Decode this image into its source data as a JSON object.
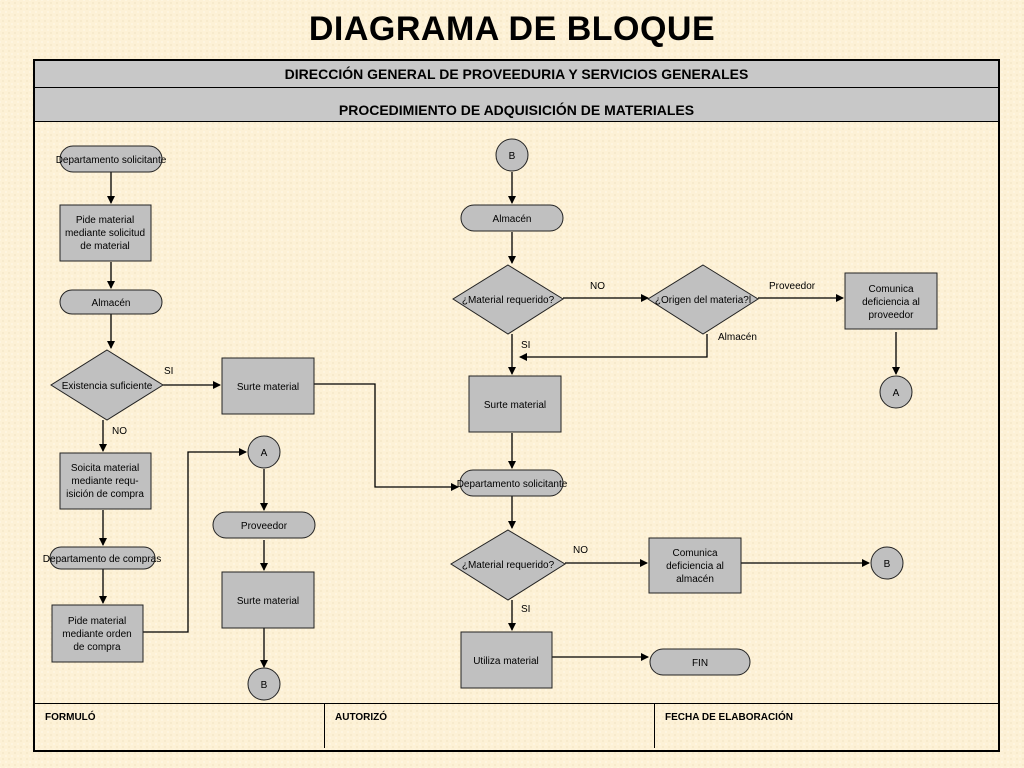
{
  "title": "DIAGRAMA DE BLOQUE",
  "header": {
    "line1": "DIRECCIÓN GENERAL DE PROVEEDURIA Y SERVICIOS GENERALES",
    "line2": "PROCEDIMIENTO DE ADQUISICIÓN  DE MATERIALES"
  },
  "footer": {
    "formulo": "FORMULÓ",
    "autorizo": "AUTORIZÓ",
    "fecha": "FECHA DE ELABORACIÓN"
  },
  "colors": {
    "background": "#fdf1d6",
    "shape_fill": "#c0c0c0",
    "header_fill": "#c8c8c8",
    "stroke": "#000000"
  },
  "nodes": {
    "dep_solicitante_1": "Departamento solicitante",
    "pide_solicitud": [
      "Pide material",
      "mediante solicitud",
      "de material"
    ],
    "almacen_left": "Almacén",
    "existencia": "Existencia suficiente",
    "surte_1": "Surte material",
    "solicita_compra": [
      "Soicita material",
      "mediante requ-",
      "isición de compra"
    ],
    "dep_compras": "Departamento de compras",
    "pide_orden": [
      "Pide material",
      "mediante orden",
      "de compra"
    ],
    "connector_a_mid": "A",
    "proveedor": "Proveedor",
    "surte_2": "Surte material",
    "connector_b_mid": "B",
    "connector_b_top": "B",
    "almacen_right": "Almacén",
    "material_requerido_1": "¿Material requerido?",
    "origen": "¿Origen del materia?l",
    "comunica_proveedor": [
      "Comunica",
      "deficiencia al",
      "proveedor"
    ],
    "connector_a_right": "A",
    "surte_3": "Surte material",
    "dep_solicitante_2": "Departamento solicitante",
    "material_requerido_2": "¿Material requerido?",
    "comunica_almacen": [
      "Comunica",
      "deficiencia al",
      "almacén"
    ],
    "connector_b_right": "B",
    "utiliza": "Utiliza material",
    "fin": "FIN"
  },
  "labels": {
    "si_existencia": "SI",
    "no_existencia": "NO",
    "no_requerido_1": "NO",
    "si_requerido_1": "SI",
    "proveedor_branch": "Proveedor",
    "almacen_branch": "Almacén",
    "no_requerido_2": "NO",
    "si_requerido_2": "SI"
  }
}
